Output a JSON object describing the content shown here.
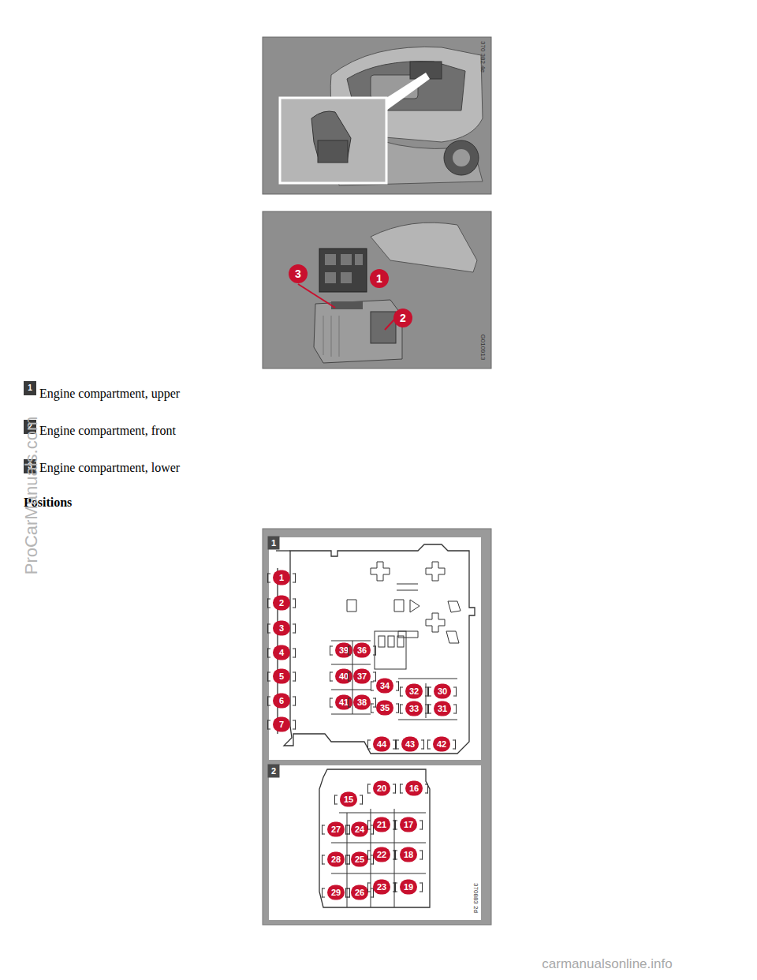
{
  "diagram": {
    "labels": [
      "370 382 4e",
      "3",
      "1",
      "2",
      "G010913",
      "1",
      "Engine compartment, upper",
      "2",
      "Engine compartment, front",
      "3",
      "Engine compartment, lower",
      "Positions",
      "1",
      "1",
      "2",
      "3",
      "4",
      "5",
      "6",
      "7",
      "39",
      "36",
      "40",
      "37",
      "34",
      "32",
      "30",
      "41",
      "38",
      "35",
      "33",
      "31",
      "44",
      "43",
      "42",
      "2",
      "15",
      "20",
      "16",
      "27",
      "24",
      "21",
      "17",
      "28",
      "25",
      "22",
      "18",
      "29",
      "26",
      "23",
      "19",
      "370883 2d",
      "ProCarManuals.com",
      "carmanualsonline.info"
    ]
  }
}
